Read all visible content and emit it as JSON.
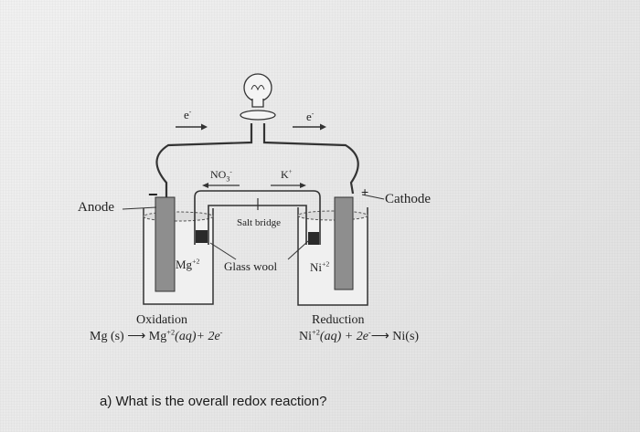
{
  "diagram": {
    "electron_left": "e",
    "electron_right": "e",
    "electron_superscript": "-",
    "anode_label": "Anode",
    "cathode_label": "Cathode",
    "anode_sign": "-",
    "cathode_sign": "+",
    "anion_label": "NO",
    "anion_sub": "3",
    "anion_sup": "-",
    "cation_label": "K",
    "cation_sup": "+",
    "salt_bridge_label": "Salt bridge",
    "glass_wool_label": "Glass wool",
    "left_ion": "Mg",
    "left_ion_charge": "+2",
    "right_ion": "Ni",
    "right_ion_charge": "+2",
    "left_half_title": "Oxidation",
    "right_half_title": "Reduction",
    "left_eq_lhs": "Mg (s)  ⟶  Mg",
    "left_eq_charge": "+2",
    "left_eq_rhs": "(aq)+ 2e",
    "left_eq_e_sup": "-",
    "right_eq_lhs": "Ni",
    "right_eq_charge": "+2",
    "right_eq_rhs": "(aq) + 2e",
    "right_eq_e_sup": "-",
    "right_eq_tail": "⟶ Ni(s)"
  },
  "question": {
    "text": "a) What is the overall redox reaction?"
  }
}
